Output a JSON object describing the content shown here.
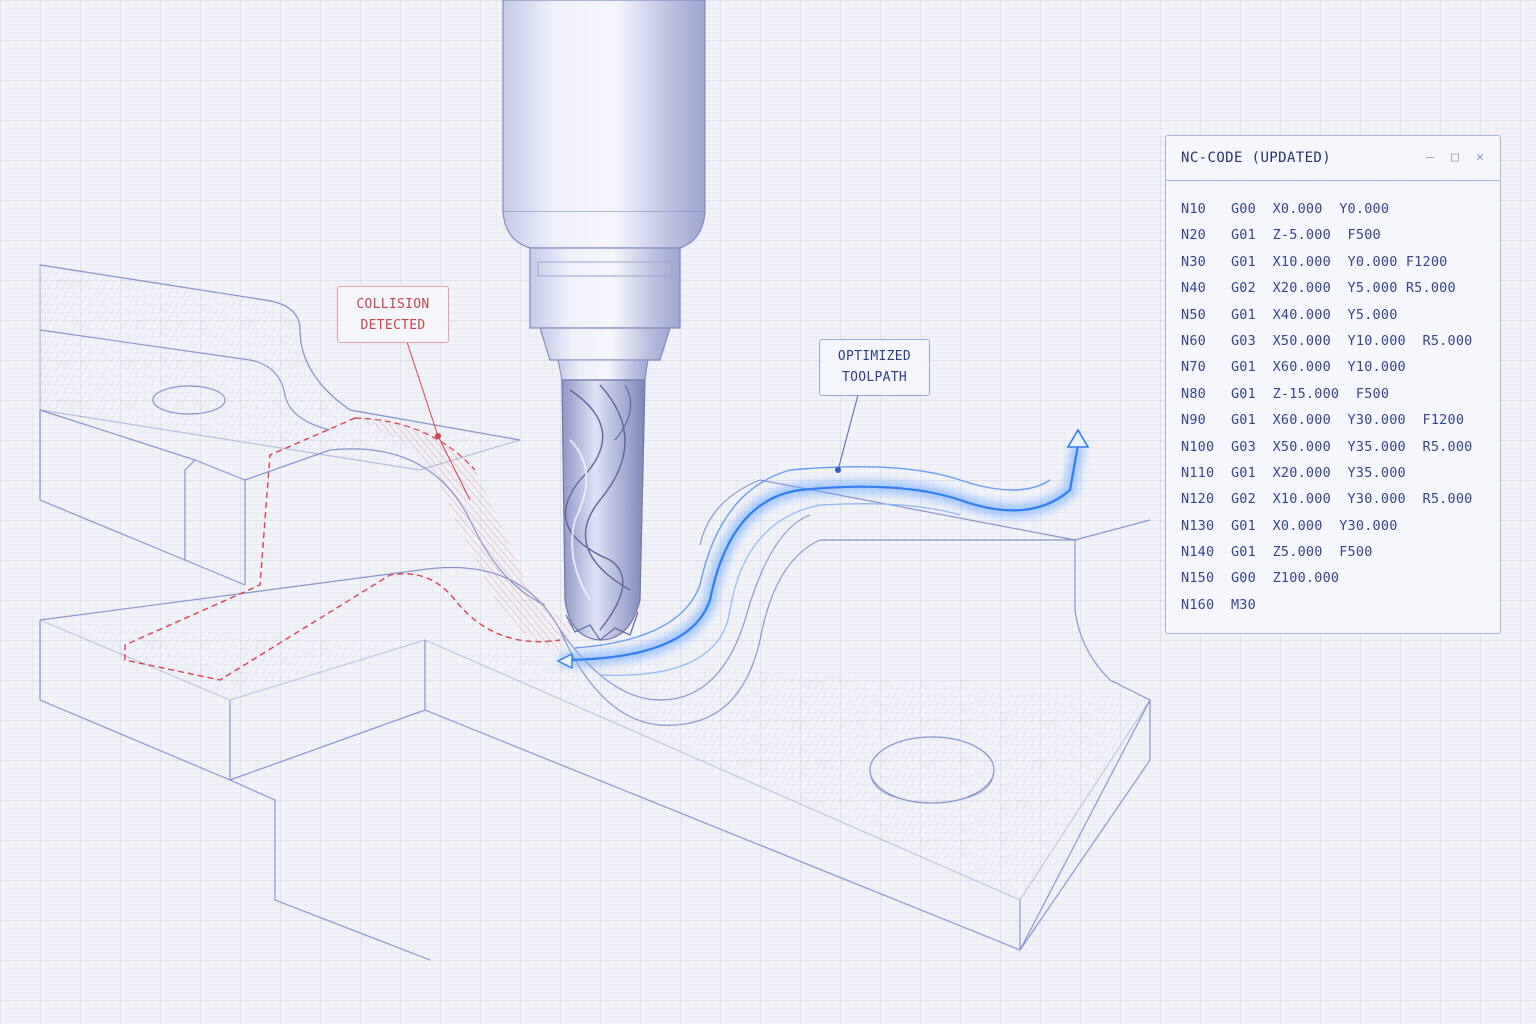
{
  "callouts": {
    "collision": [
      "COLLISION",
      "DETECTED"
    ],
    "toolpath": [
      "OPTIMIZED",
      "TOOLPATH"
    ]
  },
  "nc_panel": {
    "title": "NC-CODE (UPDATED)",
    "controls": {
      "minimize": "–",
      "maximize": "□",
      "close": "✕"
    },
    "lines": [
      "N10   G00  X0.000  Y0.000",
      "N20   G01  Z-5.000  F500",
      "N30   G01  X10.000  Y0.000 F1200",
      "N40   G02  X20.000  Y5.000 R5.000",
      "N50   G01  X40.000  Y5.000",
      "N60   G03  X50.000  Y10.000  R5.000",
      "N70   G01  X60.000  Y10.000",
      "N80   G01  Z-15.000  F500",
      "N90   G01  X60.000  Y30.000  F1200",
      "N100  G03  X50.000  Y35.000  R5.000",
      "N110  G01  X20.000  Y35.000",
      "N120  G02  X10.000  Y30.000  R5.000",
      "N130  G01  X0.000  Y30.000",
      "N140  G01  Z5.000  F500",
      "N150  G00  Z100.000",
      "N160  M30"
    ]
  },
  "colors": {
    "collision": "#d9414b",
    "toolpath": "#2f7ff0",
    "line": "#7f8fcc",
    "panel_text": "#34468a"
  },
  "icons": [
    "minimize-icon",
    "maximize-icon",
    "close-icon",
    "flow-arrow-icon"
  ]
}
